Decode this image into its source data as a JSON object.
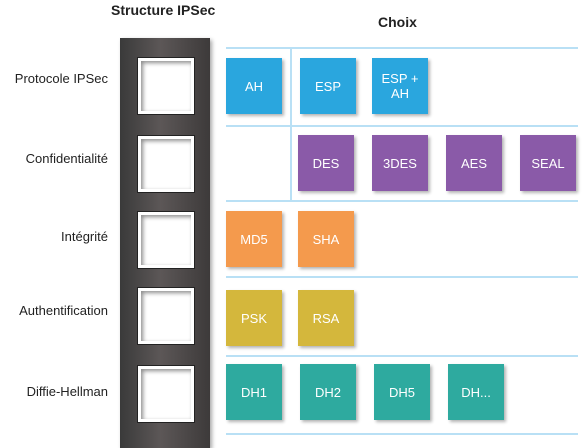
{
  "titles": {
    "structure": "Structure IPSec",
    "choix": "Choix"
  },
  "rows": [
    {
      "label": "Protocole IPSec",
      "options": [
        "AH",
        "ESP",
        "ESP +\nAH"
      ]
    },
    {
      "label": "Confidentialité",
      "options": [
        "DES",
        "3DES",
        "AES",
        "SEAL"
      ]
    },
    {
      "label": "Intégrité",
      "options": [
        "MD5",
        "SHA"
      ]
    },
    {
      "label": "Authentification",
      "options": [
        "PSK",
        "RSA"
      ]
    },
    {
      "label": "Diffie-Hellman",
      "options": [
        "DH1",
        "DH2",
        "DH5",
        "DH..."
      ]
    }
  ],
  "colors": {
    "protocol": "#2aa6de",
    "confidentiality": "#8a5aa8",
    "integrity": "#f49a4d",
    "authentication": "#d4b73c",
    "diffie_hellman": "#2eaa9f",
    "lines": "#b9e0f5"
  }
}
